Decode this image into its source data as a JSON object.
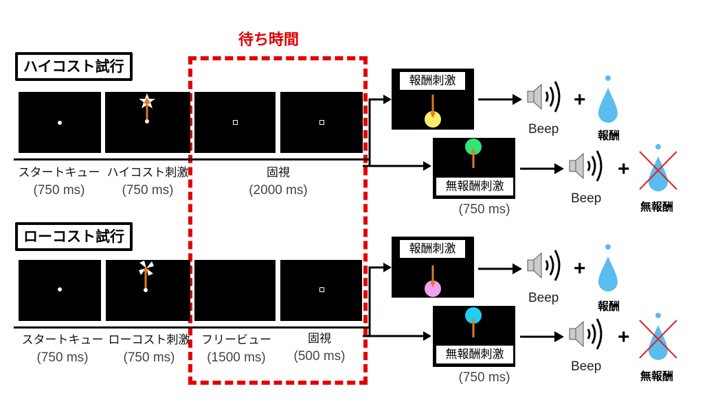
{
  "waiting_period": {
    "title": "待ち時間",
    "color": "#e30000"
  },
  "high_cost": {
    "label": "ハイコスト試行",
    "phases": [
      {
        "name": "スタートキュー",
        "duration": "(750 ms)"
      },
      {
        "name": "ハイコスト刺激",
        "duration": "(750 ms)"
      },
      {
        "name": "固視",
        "duration": "(2000 ms)"
      }
    ],
    "outcomes": {
      "reward": {
        "stimulus_label": "報酬刺激",
        "circle_color": "#f7ee6a",
        "sound": "Beep",
        "result": "報酬"
      },
      "no_reward": {
        "stimulus_label": "無報酬刺激",
        "circle_color": "#2ee67a",
        "duration": "(750 ms)",
        "sound": "Beep",
        "result": "無報酬"
      }
    }
  },
  "low_cost": {
    "label": "ローコスト試行",
    "phases": [
      {
        "name": "スタートキュー",
        "duration": "(750 ms)"
      },
      {
        "name": "ローコスト刺激",
        "duration": "(750 ms)"
      },
      {
        "name": "フリービュー",
        "duration": "(1500 ms)"
      },
      {
        "name": "固視",
        "duration": "(500 ms)"
      }
    ],
    "outcomes": {
      "reward": {
        "stimulus_label": "報酬刺激",
        "circle_color": "#f3a0ef",
        "sound": "Beep",
        "result": "報酬"
      },
      "no_reward": {
        "stimulus_label": "無報酬刺激",
        "circle_color": "#1fd0f2",
        "duration": "(750 ms)",
        "sound": "Beep",
        "result": "無報酬"
      }
    }
  },
  "colors": {
    "arrow_orange": "#e07b20",
    "water_blue": "#5bbcee",
    "cross_red": "#e02020"
  }
}
